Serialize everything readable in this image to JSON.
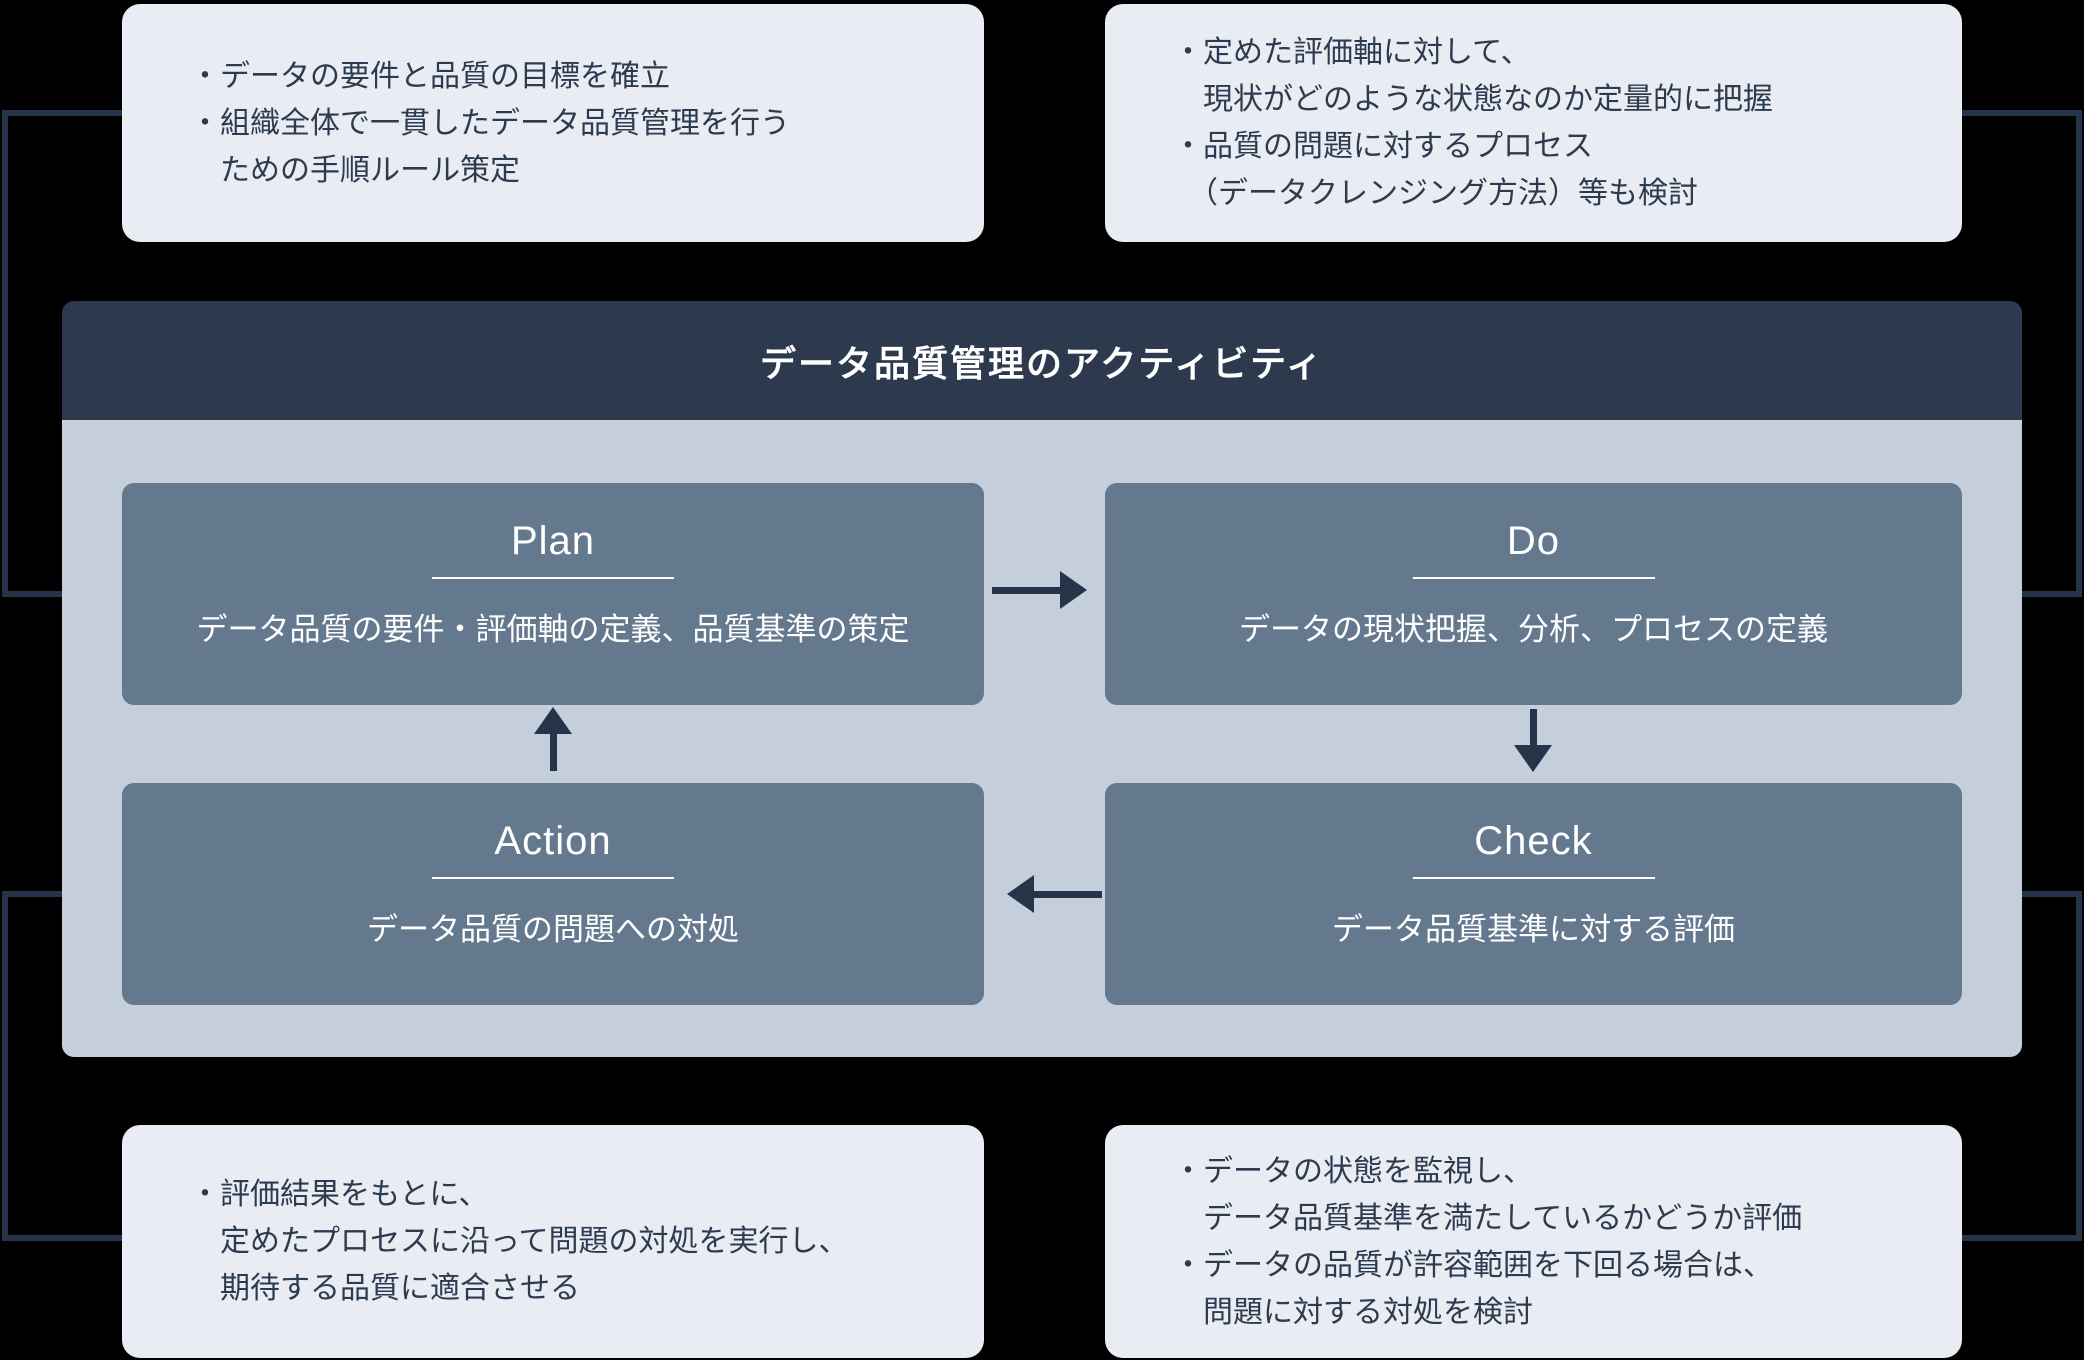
{
  "title": "データ品質管理のアクティビティ",
  "colors": {
    "background": "#000000",
    "callout_bg": "#e9edf3",
    "panel_bg": "#c5cfdb",
    "header_bg": "#2d3a4d",
    "box_bg": "#64798e",
    "text_dark": "#2d3b50",
    "text_light": "#ffffff",
    "connector": "#263449"
  },
  "cycle": {
    "plan": {
      "label": "Plan",
      "description": "データ品質の要件・評価軸の定義、品質基準の策定"
    },
    "do": {
      "label": "Do",
      "description": "データの現状把握、分析、プロセスの定義"
    },
    "check": {
      "label": "Check",
      "description": "データ品質基準に対する評価"
    },
    "action": {
      "label": "Action",
      "description": "データ品質の問題への対処"
    }
  },
  "callouts": {
    "plan": {
      "lines": [
        "・データの要件と品質の目標を確立",
        "・組織全体で一貫したデータ品質管理を行う",
        "　ための手順ルール策定"
      ]
    },
    "do": {
      "lines": [
        "・定めた評価軸に対して、",
        "　現状がどのような状態なのか定量的に把握",
        "・品質の問題に対するプロセス",
        "　（データクレンジング方法）等も検討"
      ]
    },
    "action": {
      "lines": [
        "・評価結果をもとに、",
        "　定めたプロセスに沿って問題の対処を実行し、",
        "　期待する品質に適合させる"
      ]
    },
    "check": {
      "lines": [
        "・データの状態を監視し、",
        "　データ品質基準を満たしているかどうか評価",
        "・データの品質が許容範囲を下回る場合は、",
        "　問題に対する対処を検討"
      ]
    }
  }
}
